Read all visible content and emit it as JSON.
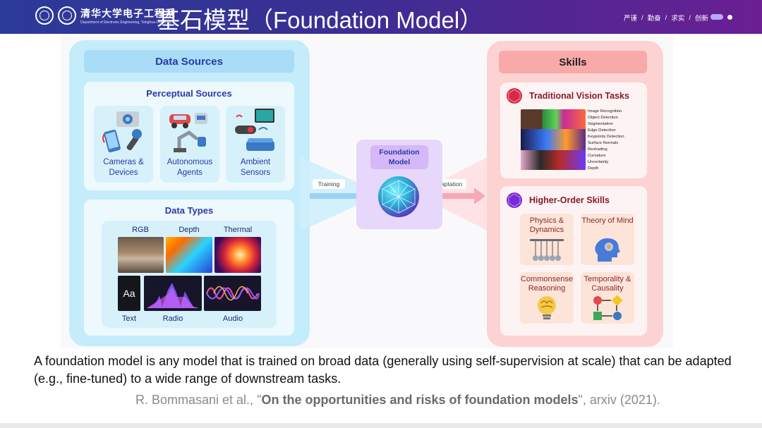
{
  "header": {
    "logo_text": "清华大学电子工程系",
    "logo_sub": "Department of Electronic Engineering, Tsinghua University",
    "title": "基石模型（Foundation Model）",
    "nav": [
      "严谨",
      "/",
      "勤奋",
      "/",
      "求实",
      "/",
      "创新"
    ]
  },
  "diagram": {
    "data_sources": {
      "title": "Data Sources",
      "perceptual_title": "Perceptual Sources",
      "perceptual_items": [
        "Cameras & Devices",
        "Autonomous Agents",
        "Ambient Sensors"
      ],
      "data_types_title": "Data Types",
      "types_top": [
        "RGB",
        "Depth",
        "Thermal"
      ],
      "types_bottom": [
        "Text",
        "Radio",
        "Audio"
      ],
      "text_glyph": "Aa"
    },
    "center": {
      "model_label": "Foundation Model",
      "training_label": "Training",
      "adaptation_label": "Adaptation"
    },
    "skills": {
      "title": "Skills",
      "vision_title": "Traditional Vision Tasks",
      "vision_tasks": [
        "Image Recognition",
        "Object Detection",
        "Segmentation",
        "Edge Detection",
        "Keypoints Detection",
        "Surface Normals",
        "Reshading",
        "Curvature",
        "Uncertainty",
        "Depth"
      ],
      "higher_title": "Higher-Order Skills",
      "higher_items": [
        "Physics & Dynamics",
        "Theory of Mind",
        "Commonsense Reasoning",
        "Temporality & Causality"
      ]
    }
  },
  "caption": "A foundation model is any model that is trained on broad data (generally using self-supervision at scale) that can be adapted (e.g., fine-tuned) to a wide range of downstream tasks.",
  "citation": {
    "authors": "R. Bommasani et al., \"",
    "paper": "On the opportunities and risks of foundation models",
    "venue": "\", arxiv (2021)."
  },
  "colors": {
    "header_start": "#2c3a9a",
    "header_end": "#6a1f93",
    "data_panel": "#c5ecfb",
    "skills_panel": "#fdd2d2",
    "model_box": "#e6d7fb",
    "heading_blue": "#2a3aa8"
  }
}
